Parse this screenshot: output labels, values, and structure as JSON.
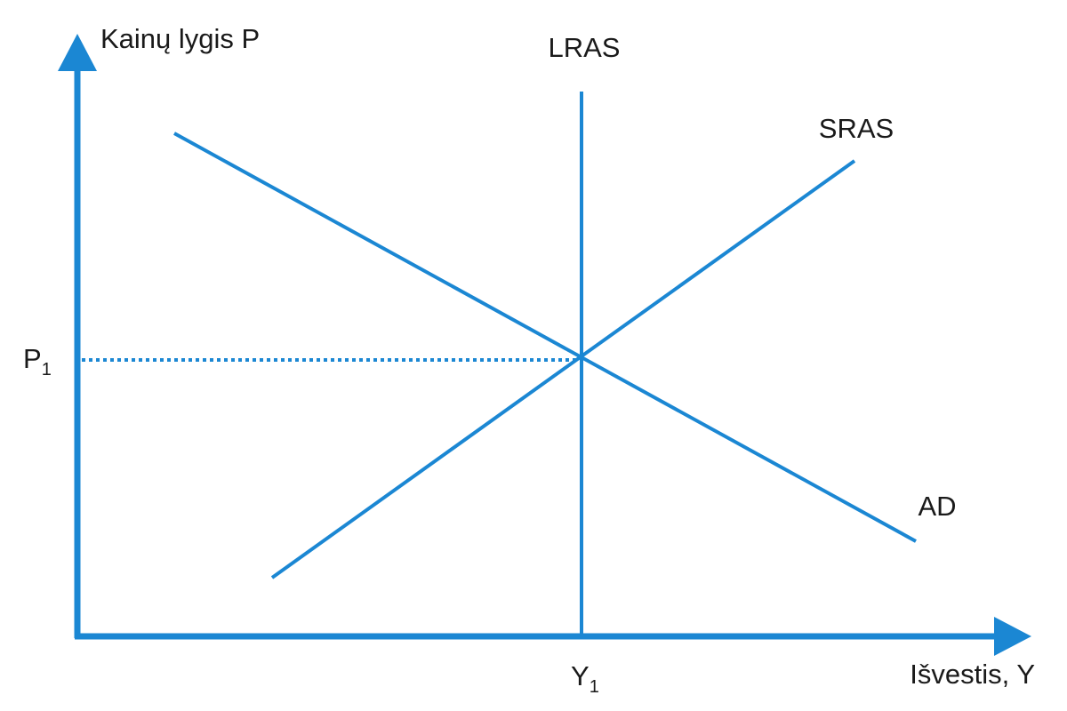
{
  "labels": {
    "y_axis": "Kainų lygis P",
    "x_axis": "Išvestis, Y",
    "lras": "LRAS",
    "sras": "SRAS",
    "ad": "AD",
    "p_main": "P",
    "p_sub": "1",
    "y_main": "Y",
    "y_sub": "1"
  },
  "colors": {
    "line": "#1b87d3",
    "text": "#1a1a1a",
    "background": "#ffffff"
  }
}
